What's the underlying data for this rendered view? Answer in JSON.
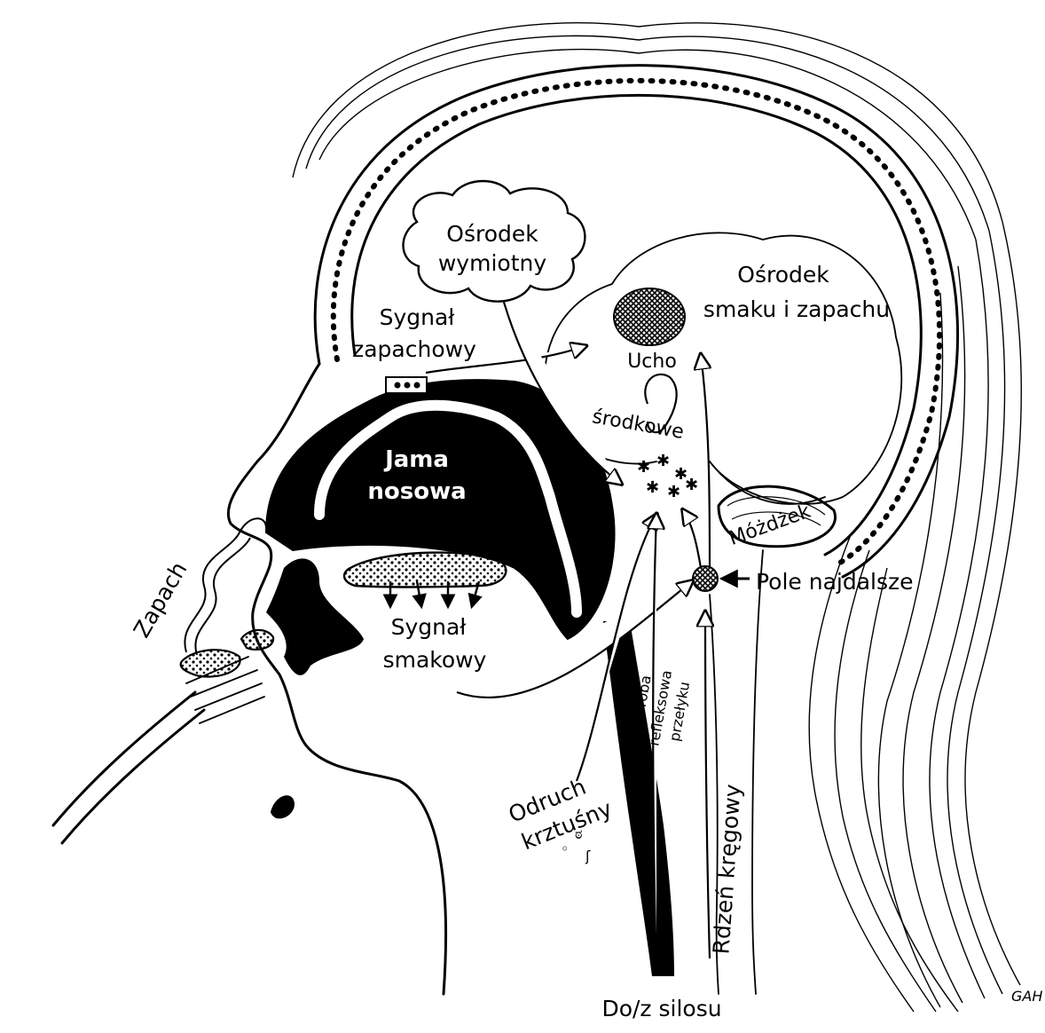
{
  "labels": {
    "vomit_center": [
      "Ośrodek",
      "wymiotny"
    ],
    "taste_smell_center": [
      "Ośrodek",
      "smaku i zapachu"
    ],
    "smell_signal": [
      "Sygnał",
      "zapachowy"
    ],
    "middle_ear": [
      "Ucho",
      "środkowe"
    ],
    "nasal_cavity": [
      "Jama",
      "nosowa"
    ],
    "cerebellum": "Móżdżek",
    "area_postrema": "Pole najdalsze",
    "smell": "Zapach",
    "taste_signal": [
      "Sygnał",
      "smakowy"
    ],
    "motion_sickness": [
      "Choroba",
      "refleksowa",
      "przełyku"
    ],
    "gag_reflex": [
      "Odruch",
      "krztuśny"
    ],
    "spinal_cord": "Rdzeń kręgowy",
    "to_from_silo": "Do/z silosu",
    "signature": "GAH"
  },
  "colors": {
    "ink": "#000000",
    "paper": "#ffffff"
  }
}
